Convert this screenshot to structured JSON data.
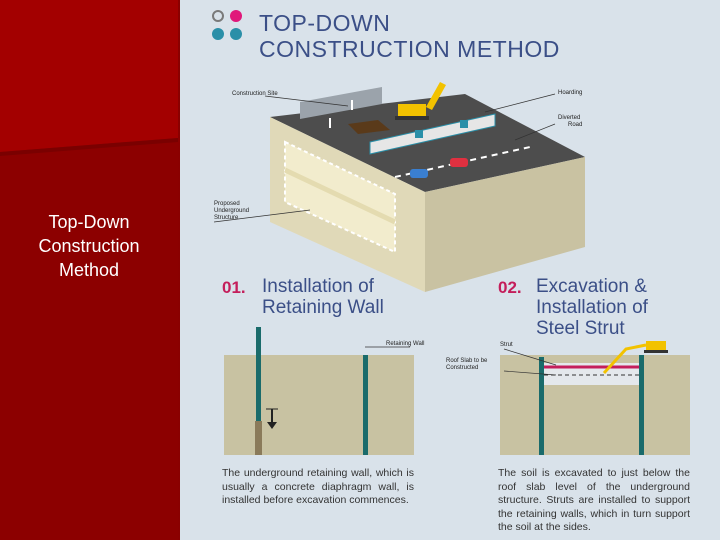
{
  "slide": {
    "title_lines": [
      "Top-Down",
      "Construction",
      "Method"
    ]
  },
  "infographic": {
    "title_line1": "TOP-DOWN",
    "title_line2": "CONSTRUCTION METHOD",
    "labels": {
      "construction_site": "Construction Site",
      "hoarding": "Hoarding",
      "diverted_road_1": "Diverted",
      "diverted_road_2": "Road",
      "proposed_1": "Proposed",
      "proposed_2": "Underground",
      "proposed_3": "Structure"
    },
    "step1": {
      "number": "01.",
      "title_line1": "Installation of",
      "title_line2": "Retaining Wall",
      "label_wall": "Retaining Wall",
      "description": "The underground retaining wall, which is usually a concrete diaphragm wall, is installed before excavation commences."
    },
    "step2": {
      "number": "02.",
      "title_line1": "Excavation &",
      "title_line2": "Installation of",
      "title_line3": "Steel Strut",
      "label_strut": "Strut",
      "label_roof_1": "Roof Slab to be",
      "label_roof_2": "Constructed",
      "description": "The soil is excavated to just below the roof slab level of the underground structure. Struts are installed to support the retaining walls, which in turn support the soil at the sides."
    }
  },
  "colors": {
    "left_panel": "#8c0000",
    "right_panel": "#d9e2ea",
    "title_blue": "#3b4f87",
    "step_number_magenta": "#c41e5b",
    "wall_teal": "#1a6b6b",
    "soil": "#c8c2a2"
  }
}
